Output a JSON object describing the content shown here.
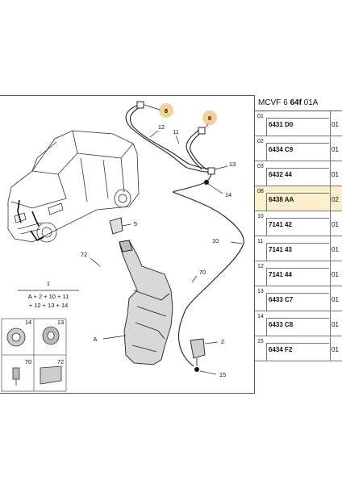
{
  "header": {
    "prefix": "MCVF 6 ",
    "bold": "64f",
    "suffix": " 01A"
  },
  "callouts": {
    "c8a": "8",
    "c8b": "8",
    "c12": "12",
    "c11": "11",
    "c13": "13",
    "c14": "14",
    "c5": "5",
    "c10": "10",
    "c72": "72",
    "c70": "70",
    "cA": "A",
    "c2": "2",
    "c15": "15"
  },
  "kit": {
    "num": "1",
    "line1": "A + 2 + 10 + 11",
    "line2": "+ 12 + 13 + 14"
  },
  "legend": {
    "l14": "14",
    "l13": "13",
    "l70": "70",
    "l72": "72"
  },
  "parts": [
    {
      "num": "01",
      "ref": "6431 D0",
      "qty": "01"
    },
    {
      "num": "02",
      "ref": "6434 C9",
      "qty": "01"
    },
    {
      "num": "03",
      "ref": "6432 44",
      "qty": "01"
    },
    {
      "num": "08",
      "ref": "6438 AA",
      "qty": "02",
      "highlight": true
    },
    {
      "num": "10",
      "ref": "7141 42",
      "qty": "01"
    },
    {
      "num": "11",
      "ref": "7141 43",
      "qty": "01"
    },
    {
      "num": "12",
      "ref": "7141 44",
      "qty": "01"
    },
    {
      "num": "13",
      "ref": "6433 C7",
      "qty": "01"
    },
    {
      "num": "14",
      "ref": "6433 C8",
      "qty": "01"
    },
    {
      "num": "15",
      "ref": "6434 F2",
      "qty": "01"
    }
  ],
  "colors": {
    "highlight_fill": "#fbeecb",
    "highlight_circle": "#f3d29a",
    "line": "#222222"
  }
}
